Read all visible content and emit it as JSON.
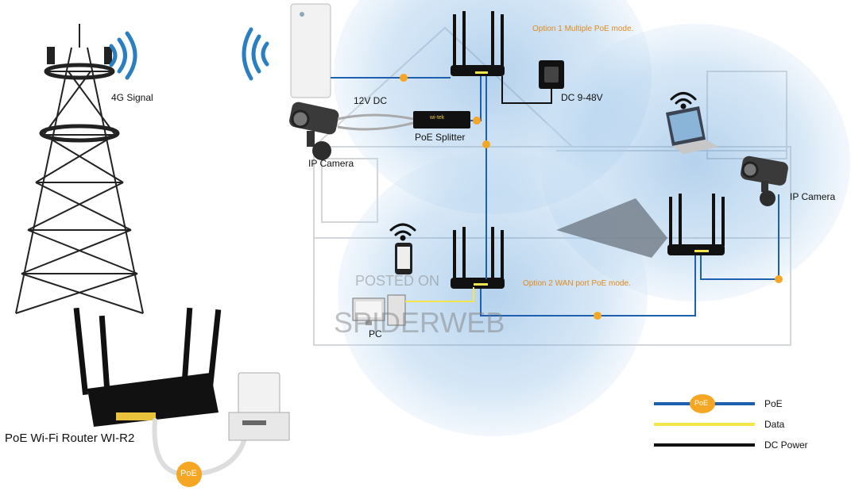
{
  "labels": {
    "signal": "4G Signal",
    "dc_12v": "12V DC",
    "ip_camera_left": "IP Camera",
    "poe_splitter": "PoE Splitter",
    "splitter_brand": "wi-tek",
    "dc_9_48": "DC 9-48V",
    "ip_camera_right": "IP Camera",
    "pc": "PC",
    "router_caption": "PoE Wi-Fi Router WI-R2",
    "poe_badge": "PoE",
    "option1": "Option 1  Multiple PoE mode.",
    "option2": "Option 2  WAN port PoE mode."
  },
  "watermark": {
    "line1": "POSTED ON",
    "line2": "SPIDERWEB"
  },
  "legend": [
    {
      "label": "PoE",
      "badge": "PoE",
      "color": "#1f5fb0"
    },
    {
      "label": "Data",
      "color": "#f2e64c"
    },
    {
      "label": "DC Power",
      "color": "#111111"
    }
  ],
  "colors": {
    "poe_line": "#1f5fb0",
    "data_line": "#f2e64c",
    "power_line": "#111111",
    "poe_dot": "#f5a623",
    "coverage": "#5a9ad6",
    "option_text": "#e08a1e"
  }
}
